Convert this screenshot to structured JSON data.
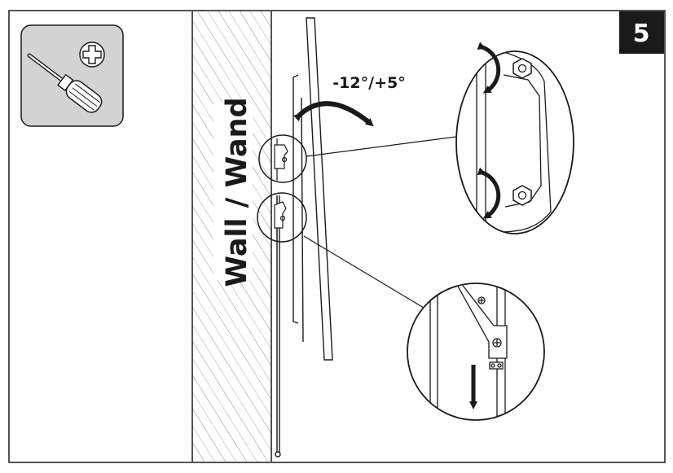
{
  "step_badge": {
    "number": "5",
    "bg_color": "#1a1a1a",
    "fg_color": "#ffffff"
  },
  "tool_panel": {
    "icon": "screwdriver-icon",
    "head_symbol": "phillips-cross-icon",
    "bg_color": "#d3d3d3"
  },
  "tilt_label": "-12°/+5°",
  "wall_label": "Wall / Wand",
  "line_color": "#1a1a1a"
}
